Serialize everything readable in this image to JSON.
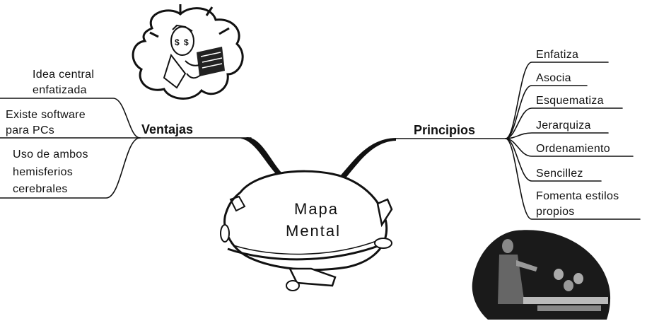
{
  "center": {
    "line1": "Mapa",
    "line2": "Mental"
  },
  "branches": {
    "ventajas": {
      "title": "Ventajas",
      "items": [
        {
          "line1": "Idea central",
          "line2": "enfatizada"
        },
        {
          "line1": "Existe software",
          "line2": "para PCs"
        },
        {
          "line1": "Uso de ambos",
          "line2": "hemisferios",
          "line3": "cerebrales"
        }
      ]
    },
    "principios": {
      "title": "Principios",
      "items": [
        {
          "line1": "Enfatiza"
        },
        {
          "line1": "Asocia"
        },
        {
          "line1": "Esquematiza"
        },
        {
          "line1": "Jerarquiza"
        },
        {
          "line1": "Ordenamiento"
        },
        {
          "line1": "Sencillez"
        },
        {
          "line1": "Fomenta estilos",
          "line2": "propios"
        }
      ]
    }
  },
  "illustrations": {
    "top": "thinking-person-clipart",
    "center": "airplane-clipart",
    "bottom_right": "classroom-clipart"
  }
}
